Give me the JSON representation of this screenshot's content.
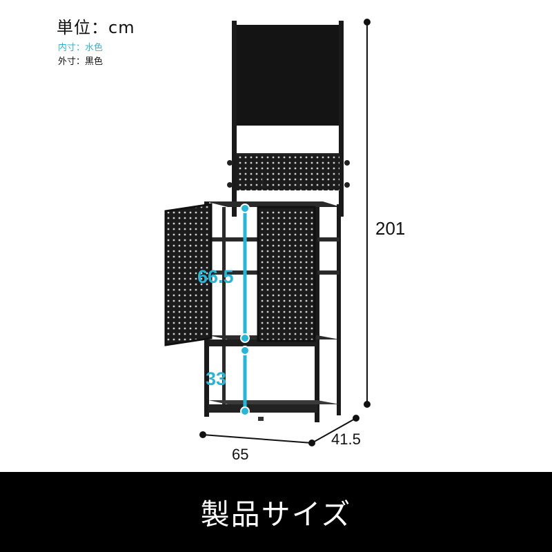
{
  "unit_label": "単位：cm",
  "legend": {
    "inner": "内寸：水色",
    "outer": "外寸：黒色"
  },
  "dimensions": {
    "height": "201",
    "width": "65",
    "depth": "41.5",
    "inner_upper": "66.5",
    "inner_lower": "33"
  },
  "footer_label": "製品サイズ",
  "colors": {
    "inner_dim": "#29b6d6",
    "outer_dim": "#111111",
    "footer_bg": "#000000"
  }
}
